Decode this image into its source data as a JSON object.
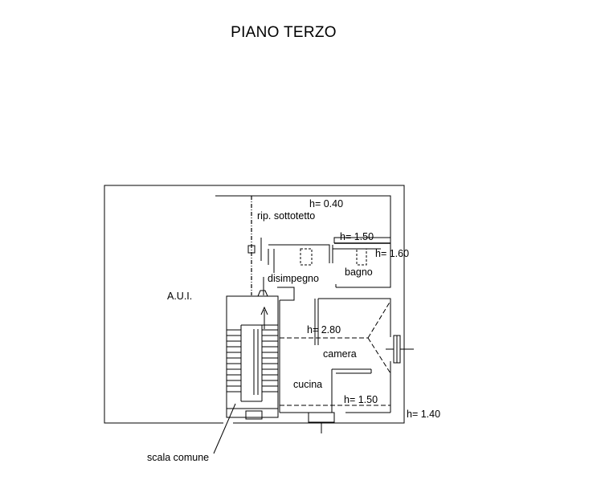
{
  "title": "PIANO TERZO",
  "labels": {
    "aui": "A.U.I.",
    "rip_sottotetto": "rip. sottotetto",
    "disimpegno": "disimpegno",
    "bagno": "bagno",
    "camera": "camera",
    "cucina": "cucina",
    "scala_comune": "scala comune"
  },
  "heights": {
    "h_040": "h= 0.40",
    "h_150_top": "h= 1.50",
    "h_160": "h= 1.60",
    "h_280": "h= 2.80",
    "h_150_bottom": "h= 1.50",
    "h_140": "h= 1.40"
  }
}
